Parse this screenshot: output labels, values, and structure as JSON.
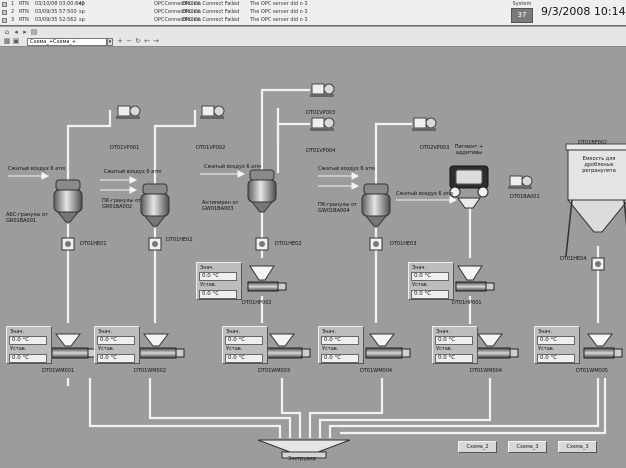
{
  "alarms": [
    {
      "num": "1",
      "src": "RTN",
      "time": "03/10/08 03:00:840",
      "ack": "sp",
      "type": "OPCConnectFailed",
      "msg": "OPC Da Connect Failed",
      "detail": "The OPC server did n 3"
    },
    {
      "num": "2",
      "src": "RTN",
      "time": "03/09/35 57:500",
      "ack": "sp",
      "type": "OPCConnectFailed",
      "msg": "OPC Da Connect Failed",
      "detail": "The OPC server did n 3"
    },
    {
      "num": "3",
      "src": "RTN",
      "time": "03/09/35 52:562",
      "ack": "sp",
      "type": "OPCConnectFailed",
      "msg": "OPC Da Connect Failed",
      "detail": "The OPC server did n 3"
    }
  ],
  "system": {
    "label": "System",
    "value": "37"
  },
  "datetime": "9/3/2008 10:14",
  "toolbar": {
    "screen_select": "Схема_+Схема_+",
    "dropdown_arrow": "▾"
  },
  "labels": {
    "air1": "Сжатый воздух 6 атм",
    "air2": "Сжатый воздух 6 атм",
    "air3": "Сжатый воздух 6 атм",
    "air4": "Сжатый воздух 6 атм",
    "air5": "Сжатый воздух 6 атм",
    "src1": "АБС-гранулы от GR01BA001",
    "src2": "ПК-гранулы от GR01BA002",
    "src3": "Антипирен от GW01BA003",
    "src4": "ПК-гранулы от GW01BA004",
    "f1": "DT01VP001",
    "f2": "DT01VP002",
    "f3": "DT01VP003",
    "f4": "DT01VP004",
    "f5": "DT02VP003",
    "f6": "DT01BA001",
    "h1": "DT01HE01",
    "h2": "DT01HE02",
    "h3": "DT01HE02",
    "h4": "DT01HE03",
    "m1": "DT01HP002",
    "m2": "DT01HP001",
    "d1": "DT01WM001",
    "d2": "DT01WM002",
    "d3": "DT01WM003",
    "d4": "DT01WM004",
    "d5": "DT01WM004",
    "d6": "DT01WM005",
    "silo_id": "DT01BF002",
    "silo_name": "Емкость для дробленых регранулята",
    "silo_feed": "DT01HE04",
    "pigment": "Пигмент + аддитивы",
    "extruder": "Экструдер"
  },
  "panels": [
    {
      "znach": "Знач.",
      "ustav": "Устав.",
      "v1": "0.0 °C",
      "v2": "0.0 °C"
    },
    {
      "znach": "Знач.",
      "ustav": "Устав.",
      "v1": "0.0 °C",
      "v2": "0.0 °C"
    },
    {
      "znach": "Знач.",
      "ustav": "Устав.",
      "v1": "0.0 °C",
      "v2": "0.0 °C"
    },
    {
      "znach": "Знач.",
      "ustav": "Устав.",
      "v1": "0.0 °C",
      "v2": "0.0 °C"
    },
    {
      "znach": "Знач.",
      "ustav": "Устав.",
      "v1": "0.0 °C",
      "v2": "0.0 °C"
    },
    {
      "znach": "Знач.",
      "ustav": "Устав.",
      "v1": "0.0 °C",
      "v2": "0.0 °C"
    },
    {
      "znach": "Знач.",
      "ustav": "Устав.",
      "v1": "0.0 °C",
      "v2": "0.0 °C"
    },
    {
      "znach": "Знач.",
      "ustav": "Устав.",
      "v1": "0.0 °C",
      "v2": "0.0 °C"
    }
  ],
  "screen_buttons": [
    "Схема_2",
    "Схема_3",
    "Схема_3"
  ],
  "colors": {
    "background": "#9c9c9c",
    "pipe": "#f4f4f4",
    "equipment": "#6e6e6e"
  }
}
